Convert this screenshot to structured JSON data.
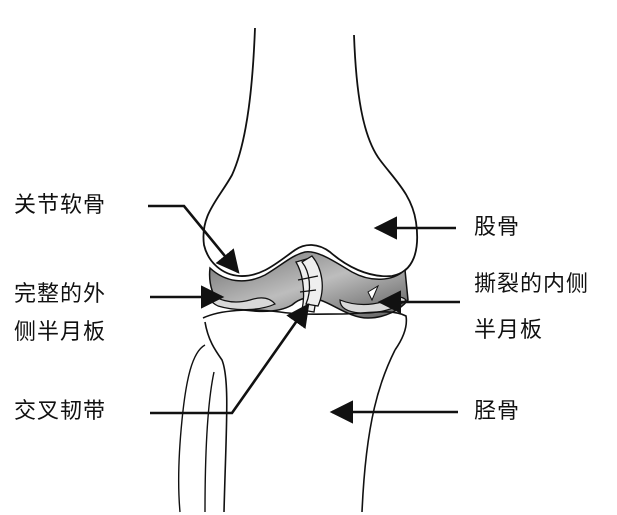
{
  "labels": {
    "articular_cartilage": "关节软骨",
    "intact_lateral_meniscus_line1": "完整的外",
    "intact_lateral_meniscus_line2": "侧半月板",
    "cruciate_ligament": "交叉韧带",
    "femur": "股骨",
    "torn_medial_meniscus_line1": "撕裂的内侧",
    "torn_medial_meniscus_line2": "半月板",
    "tibia": "胫骨"
  },
  "colors": {
    "line": "#111111",
    "cartilage_gray": "#8c8c8c",
    "meniscus_light": "#d9d9d9",
    "background": "#ffffff"
  }
}
